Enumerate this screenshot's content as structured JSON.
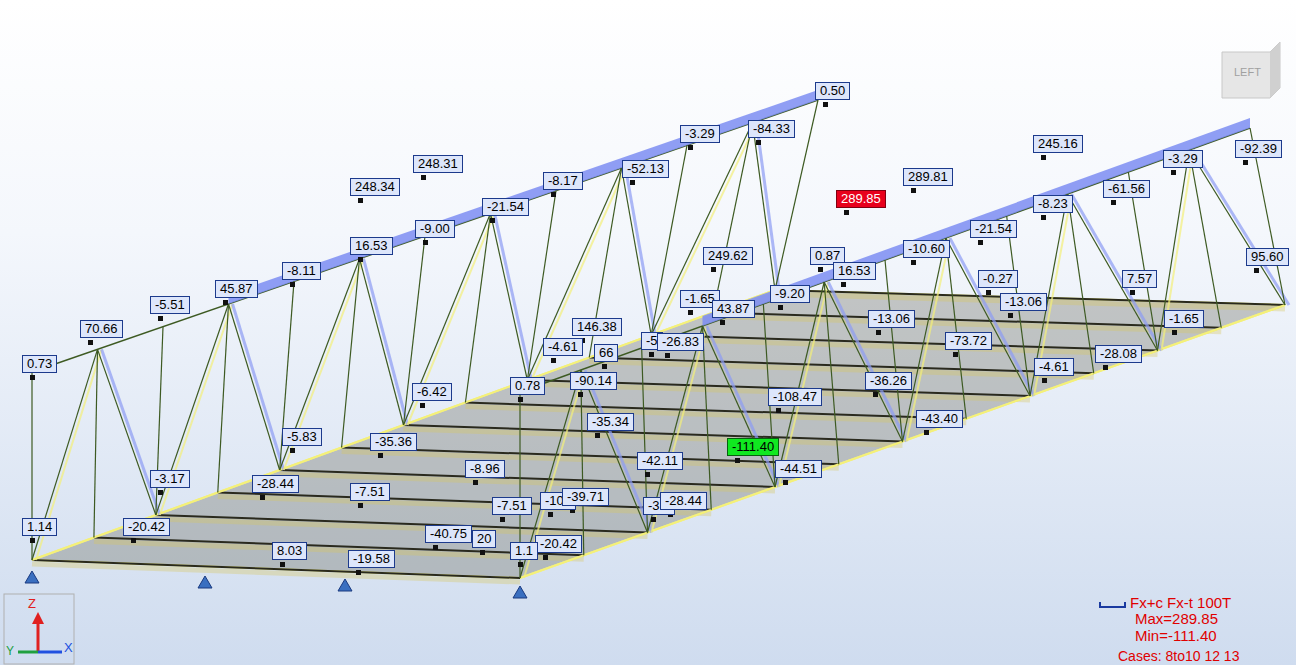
{
  "diagram": {
    "labels": [
      "0.50",
      "-3.29",
      "-84.33",
      "-52.13",
      "248.31",
      "-8.17",
      "248.34",
      "-9.00",
      "-21.54",
      "289.85",
      "289.81",
      "245.16",
      "-3.29",
      "-92.39",
      "-61.56",
      "-8.23",
      "-21.54",
      "-10.60",
      "249.62",
      "0.87",
      "16.53",
      "16.53",
      "-8.11",
      "45.87",
      "-5.51",
      "70.66",
      "0.73",
      "95.60",
      "-0.27",
      "7.57",
      "-13.06",
      "-1.65",
      "43.87",
      "146.38",
      "-4.61",
      "66",
      "-5",
      "-26.83",
      "-9.20",
      "-13.06",
      "-73.72",
      "-4.61",
      "-28.08",
      "-1.65",
      "-6.42",
      "0.78",
      "-90.14",
      "-36.26",
      "-108.47",
      "-43.40",
      "-35.34",
      "-5.83",
      "-35.36",
      "-8.96",
      "-42.11",
      "-111.40",
      "-44.51",
      "-3.17",
      "-28.44",
      "-7.51",
      "-7.51",
      "-102",
      "-39.71",
      "-3.2",
      "-28.44",
      "1.14",
      "-20.42",
      "-40.75",
      "20",
      "-20.42",
      "1.1",
      "8.03",
      "-19.58",
      "Max=289.85",
      "Min=-111.40",
      "Cases: 8to10 12 13",
      "LEFT",
      "Z",
      "Y",
      "X"
    ],
    "legend": [
      {
        "text": "Fx+c Fx-t 100T"
      }
    ]
  }
}
